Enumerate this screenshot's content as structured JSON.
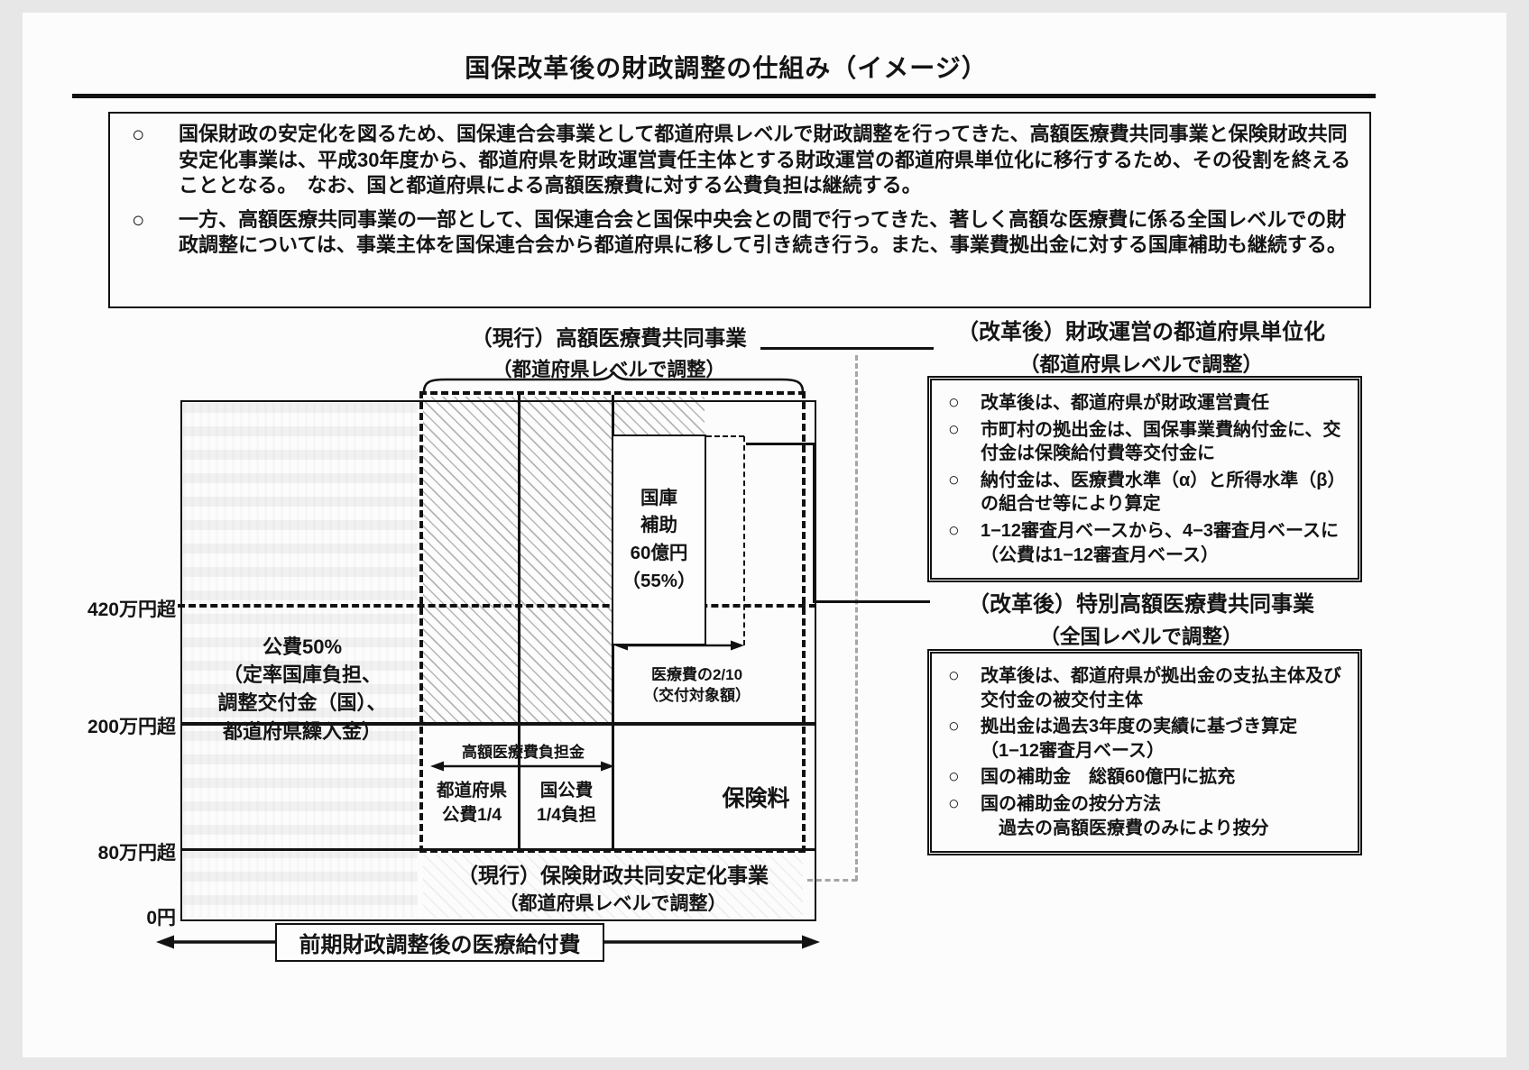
{
  "glyphs": {
    "circle_bullet": "○"
  },
  "title": "国保改革後の財政調整の仕組み（イメージ）",
  "intro": {
    "items": [
      "国保財政の安定化を図るため、国保連合会事業として都道府県レベルで財政調整を行ってきた、高額医療費共同事業と保険財政共同安定化事業は、平成30年度から、都道府県を財政運営責任主体とする財政運営の都道府県単位化に移行するため、その役割を終えることとなる。　なお、国と都道府県による高額医療費に対する公費負担は継続する。",
      "一方、高額医療共同事業の一部として、国保連合会と国保中央会との間で行ってきた、著しく高額な医療費に係る全国レベルでの財政調整については、事業主体を国保連合会から都道府県に移して引き続き行う。また、事業費拠出金に対する国庫補助も継続する。"
    ]
  },
  "diagram": {
    "top_label_line1": "（現行）高額医療費共同事業",
    "top_label_line2": "（都道府県レベルで調整）",
    "axis_labels": [
      "420万円超",
      "200万円超",
      "80万円超",
      "0円"
    ],
    "kohi_block": "公費50%\n（定率国庫負担、\n調整交付金（国）、\n都道府県繰入金）",
    "kokko_hojo": "国庫\n補助\n60億円\n（55%）",
    "iryohi_line1": "医療費の2/10",
    "iryohi_line2": "（交付対象額）",
    "futankin_label": "高額医療費負担金",
    "todofuken_kohi": "都道府県\n公費1/4",
    "kuni_kohi": "国公費\n1/4負担",
    "hokenryo": "保険料",
    "bottom_box_line1": "（現行）保険財政共同安定化事業",
    "bottom_box_line2": "（都道府県レベルで調整）",
    "bottom_arrow_label": "前期財政調整後の医療給付費"
  },
  "right": {
    "header1_line1": "（改革後）財政運営の都道府県単位化",
    "header1_line2": "（都道府県レベルで調整）",
    "box1_items": [
      "改革後は、都道府県が財政運営責任",
      "市町村の拠出金は、国保事業費納付金に、交付金は保険給付費等交付金に",
      "納付金は、医療費水準（α）と所得水準（β）の組合せ等により算定",
      "1−12審査月ベースから、4−3審査月ベースに（公費は1−12審査月ベース）"
    ],
    "header2_line1": "（改革後）特別高額医療費共同事業",
    "header2_line2": "（全国レベルで調整）",
    "box2_items": [
      "改革後は、都道府県が拠出金の支払主体及び交付金の被交付主体",
      "拠出金は過去3年度の実績に基づき算定（1−12審査月ベース）",
      "国の補助金　総額60億円に拡充",
      "国の補助金の按分方法\n　過去の高額医療費のみにより按分"
    ]
  }
}
